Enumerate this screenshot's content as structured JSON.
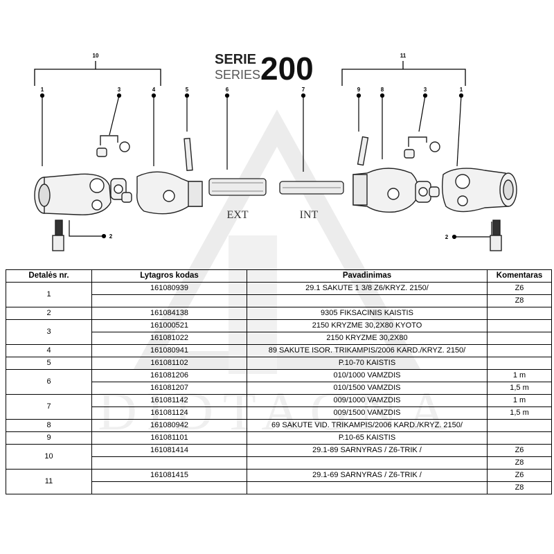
{
  "header": {
    "serie": "SERIE",
    "series": "SERIES",
    "number": "200"
  },
  "diagram": {
    "labels": {
      "ext": "EXT",
      "int": "INT"
    },
    "callouts": {
      "left_group": "10",
      "right_group": "11",
      "l1": "1",
      "l3": "3",
      "l4": "4",
      "l5": "5",
      "l6": "6",
      "l7": "7",
      "r9": "9",
      "r8": "8",
      "r3": "3",
      "r1": "1",
      "l2": "2",
      "r2": "2"
    }
  },
  "watermark": {
    "text": "DIDTAGNA"
  },
  "table": {
    "headers": [
      "Detalės nr.",
      "Lytagros kodas",
      "Pavadinimas",
      "Komentaras"
    ],
    "groups": [
      {
        "nr": "1",
        "rows": [
          {
            "code": "161080939",
            "name": "29.1 SAKUTE 1 3/8 Z6/KRYZ. 2150/",
            "comment": "Z6"
          },
          {
            "code": "",
            "name": "",
            "comment": "Z8"
          }
        ]
      },
      {
        "nr": "2",
        "rows": [
          {
            "code": "161084138",
            "name": "9305 FIKSACINIS KAISTIS",
            "comment": ""
          }
        ]
      },
      {
        "nr": "3",
        "rows": [
          {
            "code": "161000521",
            "name": "2150 KRYZME 30,2X80 KYOTO",
            "comment": ""
          },
          {
            "code": "161081022",
            "name": "2150 KRYZME 30,2X80",
            "comment": ""
          }
        ]
      },
      {
        "nr": "4",
        "rows": [
          {
            "code": "161080941",
            "name": "89 SAKUTE ISOR. TRIKAMPIS/2006 KARD./KRYZ. 2150/",
            "comment": ""
          }
        ]
      },
      {
        "nr": "5",
        "rows": [
          {
            "code": "161081102",
            "name": "P.10-70 KAISTIS",
            "comment": ""
          }
        ]
      },
      {
        "nr": "6",
        "rows": [
          {
            "code": "161081206",
            "name": "010/1000 VAMZDIS",
            "comment": "1 m"
          },
          {
            "code": "161081207",
            "name": "010/1500 VAMZDIS",
            "comment": "1,5 m"
          }
        ]
      },
      {
        "nr": "7",
        "rows": [
          {
            "code": "161081142",
            "name": "009/1000 VAMZDIS",
            "comment": "1 m"
          },
          {
            "code": "161081124",
            "name": "009/1500 VAMZDIS",
            "comment": "1,5 m"
          }
        ]
      },
      {
        "nr": "8",
        "rows": [
          {
            "code": "161080942",
            "name": "69 SAKUTE VID. TRIKAMPIS/2006 KARD./KRYZ. 2150/",
            "comment": ""
          }
        ]
      },
      {
        "nr": "9",
        "rows": [
          {
            "code": "161081101",
            "name": "P.10-65 KAISTIS",
            "comment": ""
          }
        ]
      },
      {
        "nr": "10",
        "rows": [
          {
            "code": "161081414",
            "name": "29.1-89 SARNYRAS / Z6-TRIK /",
            "comment": "Z6"
          },
          {
            "code": "",
            "name": "",
            "comment": "Z8"
          }
        ]
      },
      {
        "nr": "11",
        "rows": [
          {
            "code": "161081415",
            "name": "29.1-69 SARNYRAS / Z6-TRIK /",
            "comment": "Z6"
          },
          {
            "code": "",
            "name": "",
            "comment": "Z8"
          }
        ]
      }
    ]
  }
}
